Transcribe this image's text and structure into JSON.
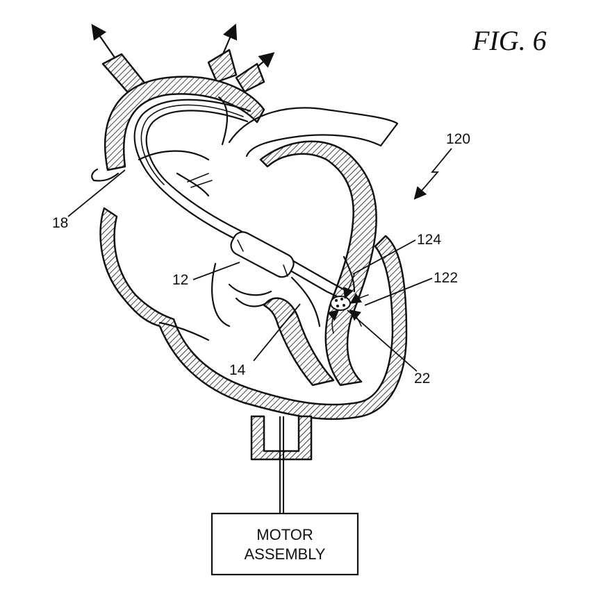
{
  "figure": {
    "title": "FIG. 6"
  },
  "labels": {
    "system": "120",
    "outlet": "18",
    "pump": "12",
    "cannula": "14",
    "cage": "124",
    "inlet_tip": "122",
    "inlet": "22"
  },
  "motor_box": {
    "line1": "MOTOR",
    "line2": "ASSEMBLY"
  }
}
